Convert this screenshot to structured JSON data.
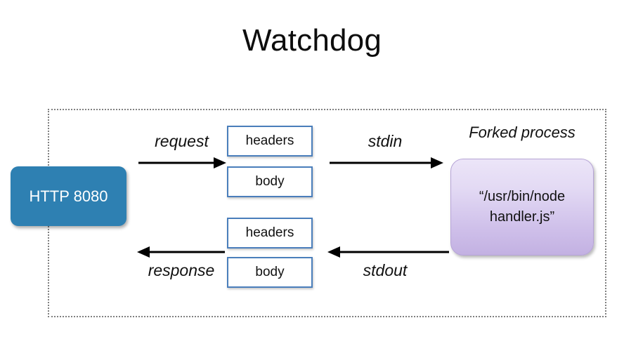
{
  "slide": {
    "title": "Watchdog"
  },
  "boundary": {
    "name": "watchdog-boundary"
  },
  "http_listener": {
    "label": "HTTP 8080",
    "fill_color": "#2e80b2",
    "text_color": "#ffffff"
  },
  "message_boxes": {
    "request": [
      {
        "label": "headers"
      },
      {
        "label": "body"
      }
    ],
    "response": [
      {
        "label": "headers"
      },
      {
        "label": "body"
      }
    ],
    "border_color": "#4a7ebb",
    "fill_color": "#ffffff"
  },
  "forked_process": {
    "caption": "Forked process",
    "command_lines": [
      "“/usr/bin/node",
      "handler.js”"
    ],
    "fill_gradient_top": "#ece5f8",
    "fill_gradient_bottom": "#c3b1e2",
    "border_color": "#b6a4d6"
  },
  "arrows": [
    {
      "name": "request-arrow",
      "label": "request",
      "direction": "right",
      "label_position": "above"
    },
    {
      "name": "stdin-arrow",
      "label": "stdin",
      "direction": "right",
      "label_position": "above"
    },
    {
      "name": "response-arrow",
      "label": "response",
      "direction": "left",
      "label_position": "below"
    },
    {
      "name": "stdout-arrow",
      "label": "stdout",
      "direction": "left",
      "label_position": "below"
    }
  ]
}
